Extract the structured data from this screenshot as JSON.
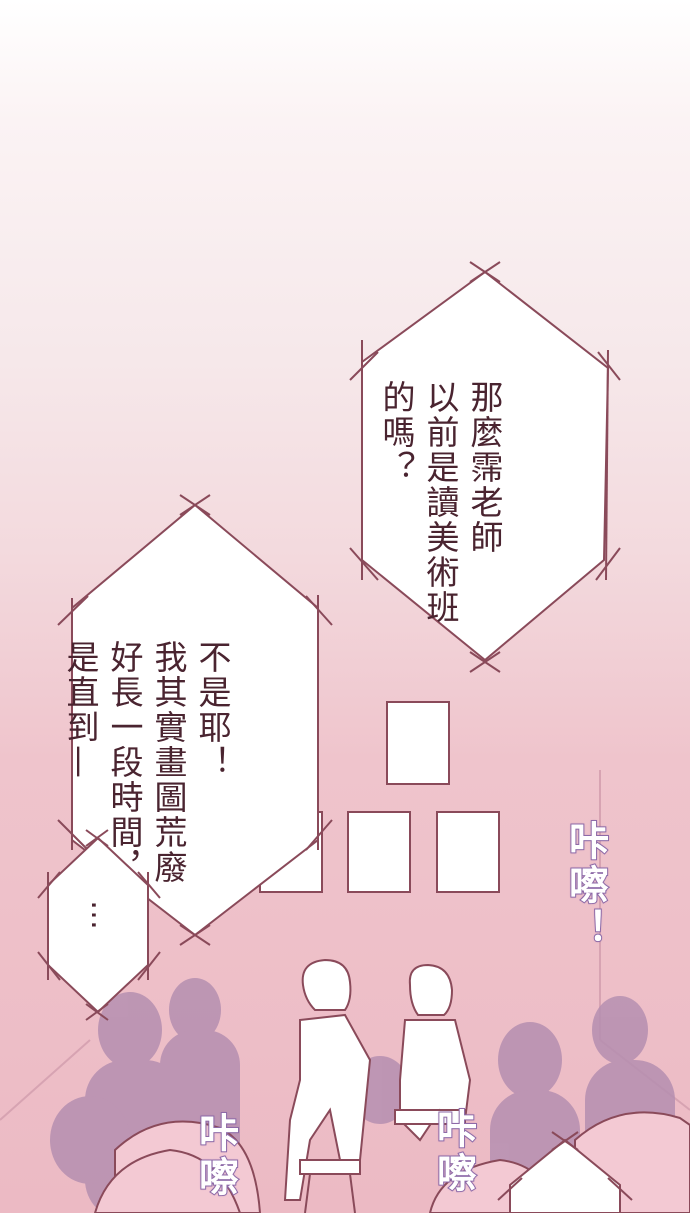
{
  "bubbles": {
    "top_right": {
      "lines": [
        "那麼霈老師",
        "以前是讀美術班",
        "的嗎？"
      ]
    },
    "middle_left": {
      "lines": [
        "不是耶！",
        "我其實畫圖荒廢",
        "好長一段時間，",
        "是直到—"
      ]
    },
    "small_left": {
      "text": "…"
    }
  },
  "sound_effects": {
    "right": "咔嚓！",
    "bottom_left": "咔嚓",
    "bottom_center": "咔嚓"
  },
  "colors": {
    "bubble_outline": "#8a4a5a",
    "text": "#4a2430",
    "sfx_outline": "#8e6aa8",
    "audience_silhouette": "#b58fb0"
  }
}
